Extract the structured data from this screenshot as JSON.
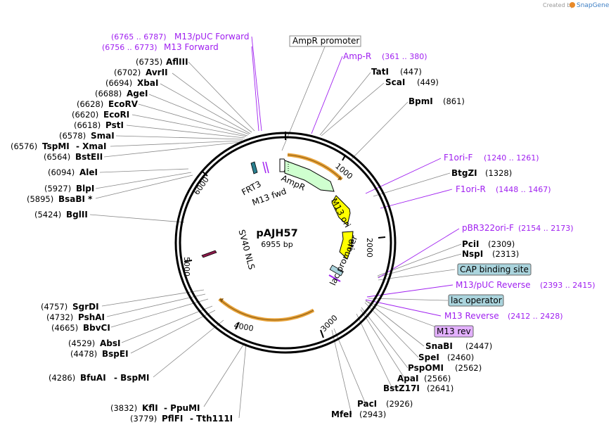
{
  "credit": {
    "created_by": "Created by",
    "brand": "SnapGene"
  },
  "plasmid": {
    "name": "pAJH57",
    "size": "6955 bp"
  },
  "ticks": [
    "1000",
    "2000",
    "3000",
    "4000",
    "5000",
    "6000"
  ],
  "features": {
    "ampr": "AmpR",
    "m13_ori": "M13 ori",
    "ori": "ori",
    "lac_promoter": "lac promoter",
    "sv40_nls": "SV40 NLS",
    "frt3": "FRT3",
    "m13_fwd": "M13 fwd"
  },
  "boxed": {
    "ampr_promoter": "AmpR promoter",
    "cap_binding_site": "CAP binding site",
    "lac_operator": "lac operator",
    "m13_rev": "M13 rev"
  },
  "primers_right": [
    {
      "name": "Amp-R",
      "range": "(361 .. 380)"
    },
    {
      "name": "F1ori-F",
      "range": "(1240 .. 1261)"
    },
    {
      "name": "F1ori-R",
      "range": "(1448 .. 1467)"
    },
    {
      "name": "pBR322ori-F",
      "range": "(2154 .. 2173)"
    },
    {
      "name": "M13/pUC Reverse",
      "range": "(2393 .. 2415)"
    },
    {
      "name": "M13 Reverse",
      "range": "(2412 .. 2428)"
    }
  ],
  "primers_left": [
    {
      "name": "M13/pUC Forward",
      "range": "(6765 .. 6787)"
    },
    {
      "name": "M13 Forward",
      "range": "(6756 .. 6773)"
    }
  ],
  "sites_right": [
    {
      "name": "TatI",
      "pos": "(447)"
    },
    {
      "name": "ScaI",
      "pos": "(449)"
    },
    {
      "name": "BpmI",
      "pos": "(861)"
    },
    {
      "name": "BtgZI",
      "pos": "(1328)"
    },
    {
      "name": "PciI",
      "pos": "(2309)"
    },
    {
      "name": "NspI",
      "pos": "(2313)"
    },
    {
      "name": "SnaBI",
      "pos": "(2447)"
    },
    {
      "name": "SpeI",
      "pos": "(2460)"
    },
    {
      "name": "PspOMI",
      "pos": "(2562)"
    },
    {
      "name": "ApaI",
      "pos": "(2566)"
    },
    {
      "name": "BstZ17I",
      "pos": "(2641)"
    },
    {
      "name": "PacI",
      "pos": "(2926)"
    },
    {
      "name": "MfeI",
      "pos": "(2943)"
    }
  ],
  "sites_left": [
    {
      "pos": "(6735)",
      "name": "AflIII"
    },
    {
      "pos": "(6702)",
      "name": "AvrII"
    },
    {
      "pos": "(6694)",
      "name": "XbaI"
    },
    {
      "pos": "(6688)",
      "name": "AgeI"
    },
    {
      "pos": "(6628)",
      "name": "EcoRV"
    },
    {
      "pos": "(6620)",
      "name": "EcoRI"
    },
    {
      "pos": "(6618)",
      "name": "PstI"
    },
    {
      "pos": "(6578)",
      "name": "SmaI"
    },
    {
      "pos": "(6576)",
      "name": "TspMI",
      "name2": "- XmaI"
    },
    {
      "pos": "(6564)",
      "name": "BstEII"
    },
    {
      "pos": "(6094)",
      "name": "AleI"
    },
    {
      "pos": "(5927)",
      "name": "BlpI"
    },
    {
      "pos": "(5895)",
      "name": "BsaBI *"
    },
    {
      "pos": "(5424)",
      "name": "BglII"
    },
    {
      "pos": "(4757)",
      "name": "SgrDI"
    },
    {
      "pos": "(4732)",
      "name": "PshAI"
    },
    {
      "pos": "(4665)",
      "name": "BbvCI"
    },
    {
      "pos": "(4529)",
      "name": "AbsI"
    },
    {
      "pos": "(4478)",
      "name": "BspEI"
    },
    {
      "pos": "(4286)",
      "name": "BfuAI",
      "name2": "- BspMI"
    },
    {
      "pos": "(3832)",
      "name": "KflI",
      "name2": "- PpuMI"
    },
    {
      "pos": "(3779)",
      "name": "PflFI",
      "name2": "- Tth111I"
    }
  ],
  "colors": {
    "primer": "#a020f0",
    "ampr_fill": "#cfffcf",
    "ori_fill": "#ffff00",
    "orange_arc": "#e8a33a",
    "box_fill": "#aad4dd",
    "m13rev_fill": "#e3b0ff"
  }
}
